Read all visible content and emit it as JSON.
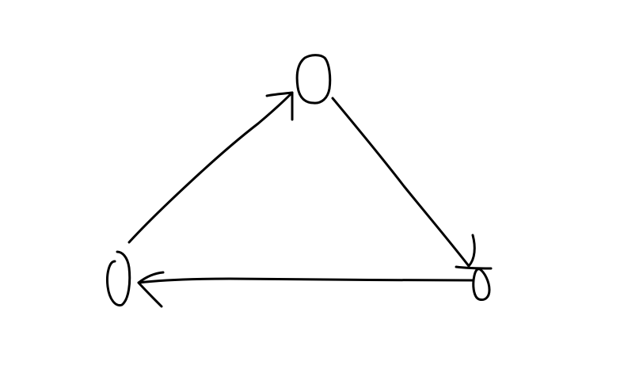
{
  "diagram": {
    "type": "directed-cycle",
    "style": "hand-drawn",
    "colors": {
      "background": "#ffffff",
      "stroke": "#000000"
    },
    "nodes": [
      {
        "id": "top",
        "label": ""
      },
      {
        "id": "bottom-right",
        "label": ""
      },
      {
        "id": "bottom-left",
        "label": ""
      }
    ],
    "edges": [
      {
        "from": "top",
        "to": "bottom-right",
        "directed": true
      },
      {
        "from": "bottom-right",
        "to": "bottom-left",
        "directed": true
      },
      {
        "from": "bottom-left",
        "to": "top",
        "directed": true
      }
    ]
  }
}
